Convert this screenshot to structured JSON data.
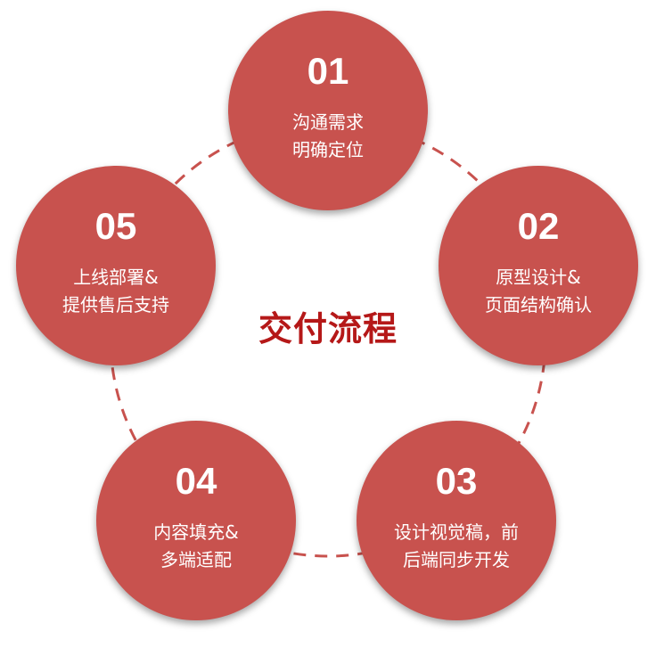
{
  "title": "交付流程",
  "accent_color": "#c8524e",
  "title_color": "#b51818",
  "steps": [
    {
      "number": "01",
      "line1": "沟通需求",
      "line2": "明确定位"
    },
    {
      "number": "02",
      "line1": "原型设计&",
      "line2": "页面结构确认"
    },
    {
      "number": "03",
      "line1": "设计视觉稿，前",
      "line2": "后端同步开发"
    },
    {
      "number": "04",
      "line1": "内容填充&",
      "line2": "多端适配"
    },
    {
      "number": "05",
      "line1": "上线部署&",
      "line2": "提供售后支持"
    }
  ]
}
